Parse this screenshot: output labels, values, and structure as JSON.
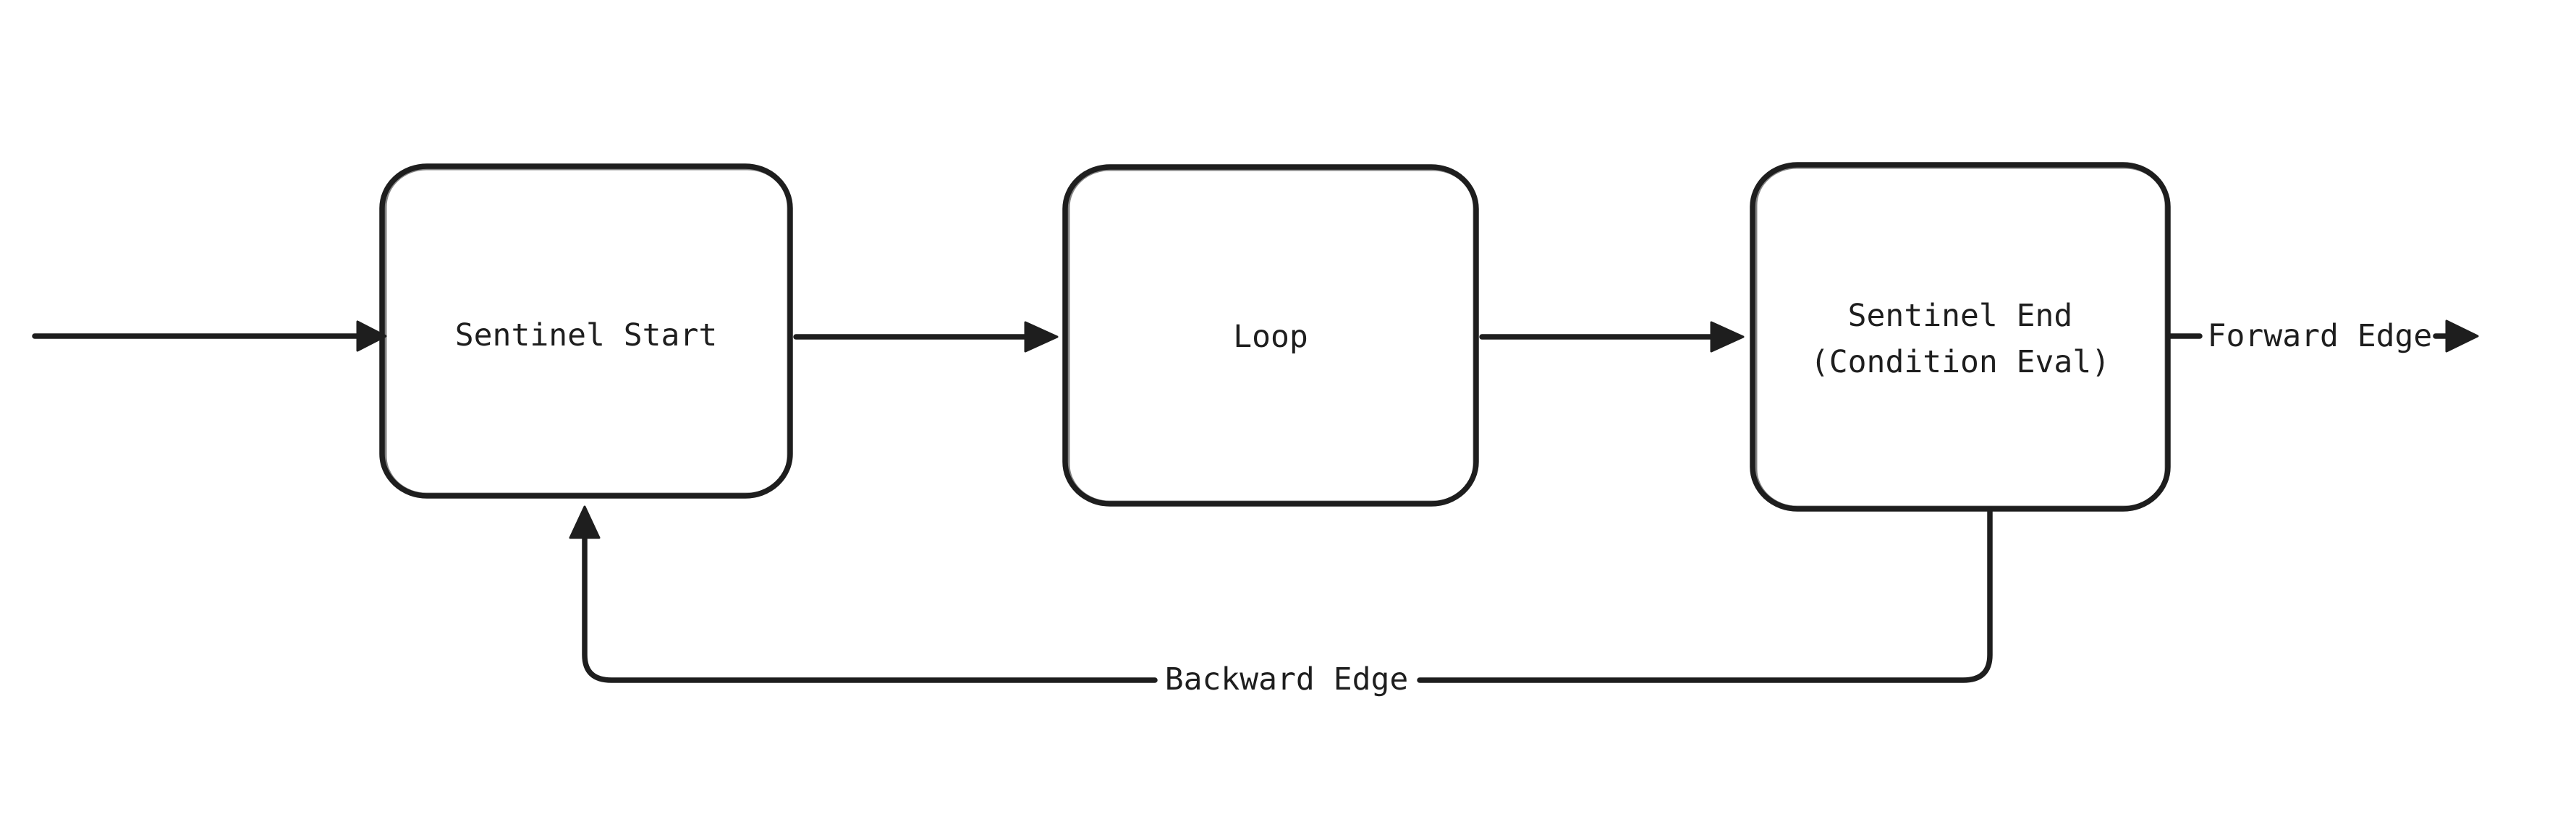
{
  "title": "Loop sentinel flow diagram",
  "colors": {
    "background": "#ffffff",
    "stroke": "#1e1e1e",
    "text": "#1e1e1e"
  },
  "nodes": {
    "sentinel_start": {
      "label": "Sentinel Start"
    },
    "loop": {
      "label": "Loop"
    },
    "sentinel_end": {
      "label_line1": "Sentinel End",
      "label_line2": "(Condition Eval)"
    }
  },
  "edges": {
    "entry": {
      "label": ""
    },
    "start_to_loop": {
      "label": ""
    },
    "loop_to_end": {
      "label": ""
    },
    "forward": {
      "label": "Forward Edge"
    },
    "backward": {
      "label": "Backward Edge"
    }
  }
}
